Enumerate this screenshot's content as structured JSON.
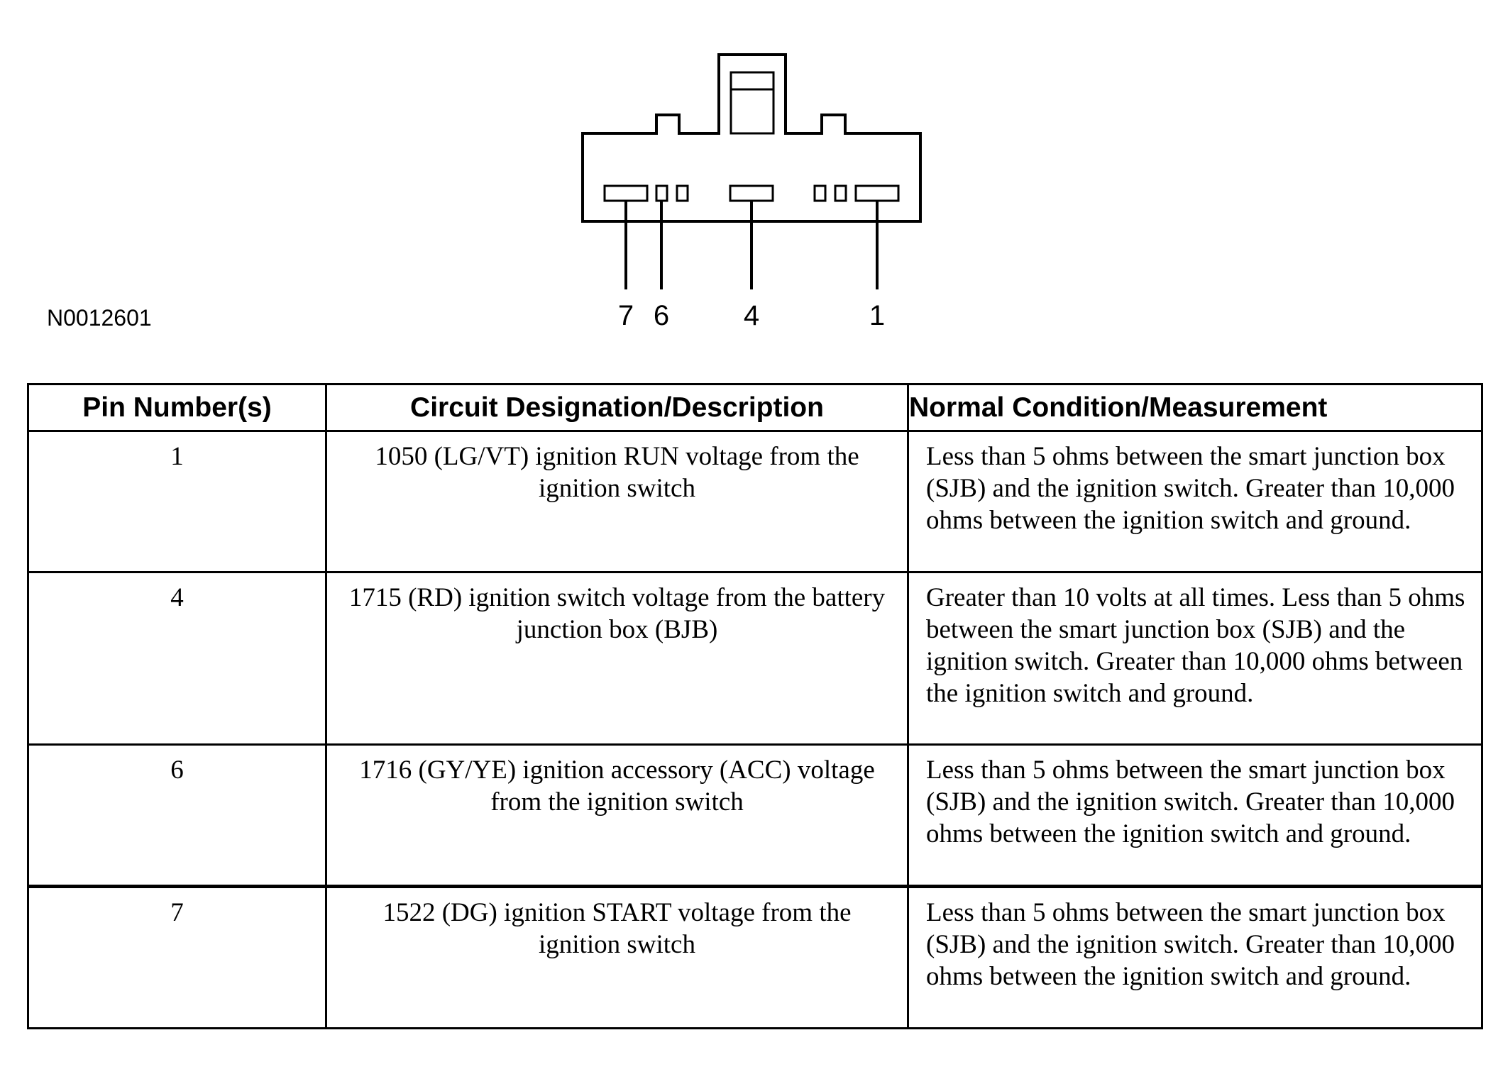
{
  "diagram": {
    "figure_id": "N0012601",
    "pin_labels": [
      "7",
      "6",
      "4",
      "1"
    ]
  },
  "table": {
    "headers": {
      "pin": "Pin Number(s)",
      "circuit": "Circuit Designation/Description",
      "normal": "Normal Condition/Measurement"
    },
    "rows": [
      {
        "pin": "1",
        "circuit": "1050 (LG/VT) ignition RUN voltage from the ignition switch",
        "normal": "Less than 5 ohms between the smart junction box (SJB) and the ignition switch. Greater than 10,000 ohms between the ignition switch and ground."
      },
      {
        "pin": "4",
        "circuit": "1715 (RD) ignition switch voltage from the battery junction box (BJB)",
        "normal": "Greater than 10 volts at all times. Less than 5 ohms between the smart junction box (SJB) and the ignition switch. Greater than 10,000 ohms between the ignition switch and ground."
      },
      {
        "pin": "6",
        "circuit": "1716 (GY/YE) ignition accessory (ACC) voltage from the ignition switch",
        "normal": "Less than 5 ohms between the smart junction box (SJB) and the ignition switch. Greater than 10,000 ohms between the ignition switch and ground."
      },
      {
        "pin": "7",
        "circuit": "1522 (DG) ignition START voltage from the ignition switch",
        "normal": "Less than 5 ohms between the smart junction box (SJB) and the ignition switch. Greater than 10,000 ohms between the ignition switch and ground."
      }
    ]
  }
}
